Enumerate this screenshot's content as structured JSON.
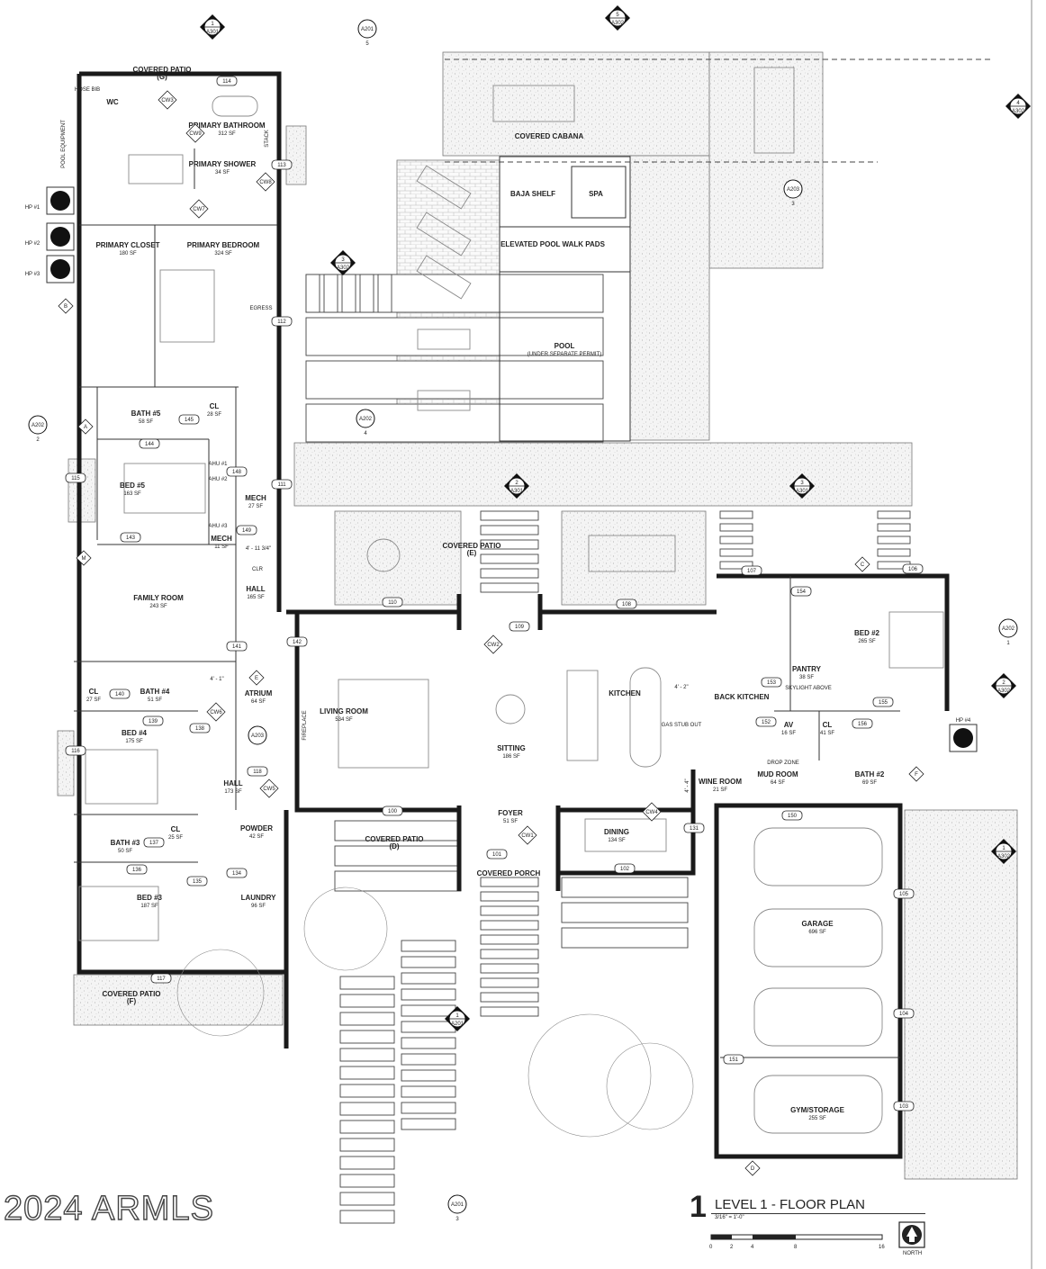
{
  "sheet": {
    "watermark": "2024 ARMLS",
    "view_number": "1",
    "view_title": "LEVEL 1 - FLOOR PLAN",
    "scale": "3/16\" = 1'-0\"",
    "scale_bar_labels": [
      "0",
      "2",
      "4",
      "8",
      "16"
    ],
    "north_label": "NORTH"
  },
  "rooms": [
    {
      "name": "COVERED PATIO",
      "sub": "(G)",
      "area": ""
    },
    {
      "name": "WC",
      "sub": "",
      "area": ""
    },
    {
      "name": "PRIMARY BATHROOM",
      "sub": "",
      "area": "312 SF"
    },
    {
      "name": "PRIMARY SHOWER",
      "sub": "",
      "area": "34 SF"
    },
    {
      "name": "PRIMARY CLOSET",
      "sub": "",
      "area": "180 SF"
    },
    {
      "name": "PRIMARY BEDROOM",
      "sub": "",
      "area": "324 SF"
    },
    {
      "name": "BATH #5",
      "sub": "",
      "area": "58 SF"
    },
    {
      "name": "CL",
      "sub": "",
      "area": "28 SF"
    },
    {
      "name": "BED #5",
      "sub": "",
      "area": "163 SF"
    },
    {
      "name": "MECH",
      "sub": "",
      "area": "27 SF"
    },
    {
      "name": "MECH",
      "sub": "",
      "area": "11 SF"
    },
    {
      "name": "HALL",
      "sub": "",
      "area": "165 SF"
    },
    {
      "name": "FAMILY ROOM",
      "sub": "",
      "area": "243 SF"
    },
    {
      "name": "CL",
      "sub": "",
      "area": "27 SF"
    },
    {
      "name": "BATH #4",
      "sub": "",
      "area": "51 SF"
    },
    {
      "name": "ATRIUM",
      "sub": "",
      "area": "64 SF"
    },
    {
      "name": "BED #4",
      "sub": "",
      "area": "175 SF"
    },
    {
      "name": "HALL",
      "sub": "",
      "area": "173 SF"
    },
    {
      "name": "BATH #3",
      "sub": "",
      "area": "50 SF"
    },
    {
      "name": "CL",
      "sub": "",
      "area": "25 SF"
    },
    {
      "name": "POWDER",
      "sub": "",
      "area": "42 SF"
    },
    {
      "name": "BED #3",
      "sub": "",
      "area": "187 SF"
    },
    {
      "name": "LAUNDRY",
      "sub": "",
      "area": "96 SF"
    },
    {
      "name": "COVERED PATIO",
      "sub": "(F)",
      "area": ""
    },
    {
      "name": "LIVING ROOM",
      "sub": "",
      "area": "534 SF"
    },
    {
      "name": "SITTING",
      "sub": "",
      "area": "186 SF"
    },
    {
      "name": "KITCHEN",
      "sub": "",
      "area": ""
    },
    {
      "name": "BACK KITCHEN",
      "sub": "",
      "area": ""
    },
    {
      "name": "PANTRY",
      "sub": "",
      "area": "38 SF"
    },
    {
      "name": "BED #2",
      "sub": "",
      "area": "265 SF"
    },
    {
      "name": "AV",
      "sub": "",
      "area": "16 SF"
    },
    {
      "name": "CL",
      "sub": "",
      "area": "41 SF"
    },
    {
      "name": "MUD ROOM",
      "sub": "",
      "area": "64 SF"
    },
    {
      "name": "BATH #2",
      "sub": "",
      "area": "69 SF"
    },
    {
      "name": "WINE ROOM",
      "sub": "",
      "area": "21 SF"
    },
    {
      "name": "FOYER",
      "sub": "",
      "area": "51 SF"
    },
    {
      "name": "DINING",
      "sub": "",
      "area": "134 SF"
    },
    {
      "name": "COVERED PATIO",
      "sub": "(D)",
      "area": ""
    },
    {
      "name": "COVERED PORCH",
      "sub": "",
      "area": ""
    },
    {
      "name": "COVERED PATIO",
      "sub": "(E)",
      "area": ""
    },
    {
      "name": "GARAGE",
      "sub": "",
      "area": "696 SF"
    },
    {
      "name": "GYM/STORAGE",
      "sub": "",
      "area": "255 SF"
    },
    {
      "name": "COVERED CABANA",
      "sub": "",
      "area": ""
    },
    {
      "name": "BAJA SHELF",
      "sub": "",
      "area": ""
    },
    {
      "name": "SPA",
      "sub": "",
      "area": ""
    },
    {
      "name": "ELEVATED POOL WALK PADS",
      "sub": "",
      "area": ""
    },
    {
      "name": "POOL",
      "sub": "(UNDER SEPARATE PERMIT)",
      "area": ""
    }
  ],
  "section_markers": [
    {
      "num": "1",
      "sheet": "A301"
    },
    {
      "num": "5",
      "sheet": "A302"
    },
    {
      "num": "3",
      "sheet": "A302"
    },
    {
      "num": "2",
      "sheet": "A301"
    },
    {
      "num": "3",
      "sheet": "A301"
    },
    {
      "num": "1",
      "sheet": "A201"
    },
    {
      "num": "4",
      "sheet": "A302"
    },
    {
      "num": "2",
      "sheet": "A302"
    },
    {
      "num": "1",
      "sheet": "A302"
    }
  ],
  "elevation_markers": [
    {
      "sheet": "A201",
      "num": "5"
    },
    {
      "sheet": "A202",
      "num": "2"
    },
    {
      "sheet": "A202",
      "num": "4"
    },
    {
      "sheet": "A202",
      "num": "1"
    },
    {
      "sheet": "A201",
      "num": "3"
    },
    {
      "sheet": "A203",
      "num": "3"
    },
    {
      "sheet": "A203",
      "num": ""
    }
  ],
  "door_tags": [
    "114",
    "113",
    "112",
    "111",
    "145",
    "144",
    "148",
    "149",
    "141",
    "140",
    "139",
    "138",
    "137",
    "136",
    "135",
    "134",
    "117",
    "118",
    "142",
    "110",
    "109",
    "108",
    "107",
    "106",
    "154",
    "153",
    "152",
    "156",
    "155",
    "101",
    "102",
    "100",
    "131",
    "150",
    "151",
    "105",
    "104",
    "103",
    "143",
    "116",
    "115"
  ],
  "window_tags": [
    "CW1",
    "CW2",
    "CW3",
    "CW4",
    "CW5",
    "CW6",
    "CW7",
    "CW8",
    "CW9"
  ],
  "grid_labels": [
    "A",
    "B",
    "C",
    "D",
    "E",
    "F",
    "M"
  ],
  "hp_labels": [
    "HP #1",
    "HP #2",
    "HP #3",
    "HP #4"
  ],
  "equipment": [
    "AHU #1",
    "AHU #2",
    "AHU #3",
    "POOL EQUIPMENT",
    "SKYLIGHT ABOVE",
    "DROP ZONE",
    "GAS STUB OUT",
    "FIREPLACE",
    "HOSE BIB",
    "STACK",
    "EGRESS",
    "CLR",
    "4' - 11 3/4\"",
    "4' - 1\"",
    "4' - 2\"",
    "4' - 4\""
  ]
}
